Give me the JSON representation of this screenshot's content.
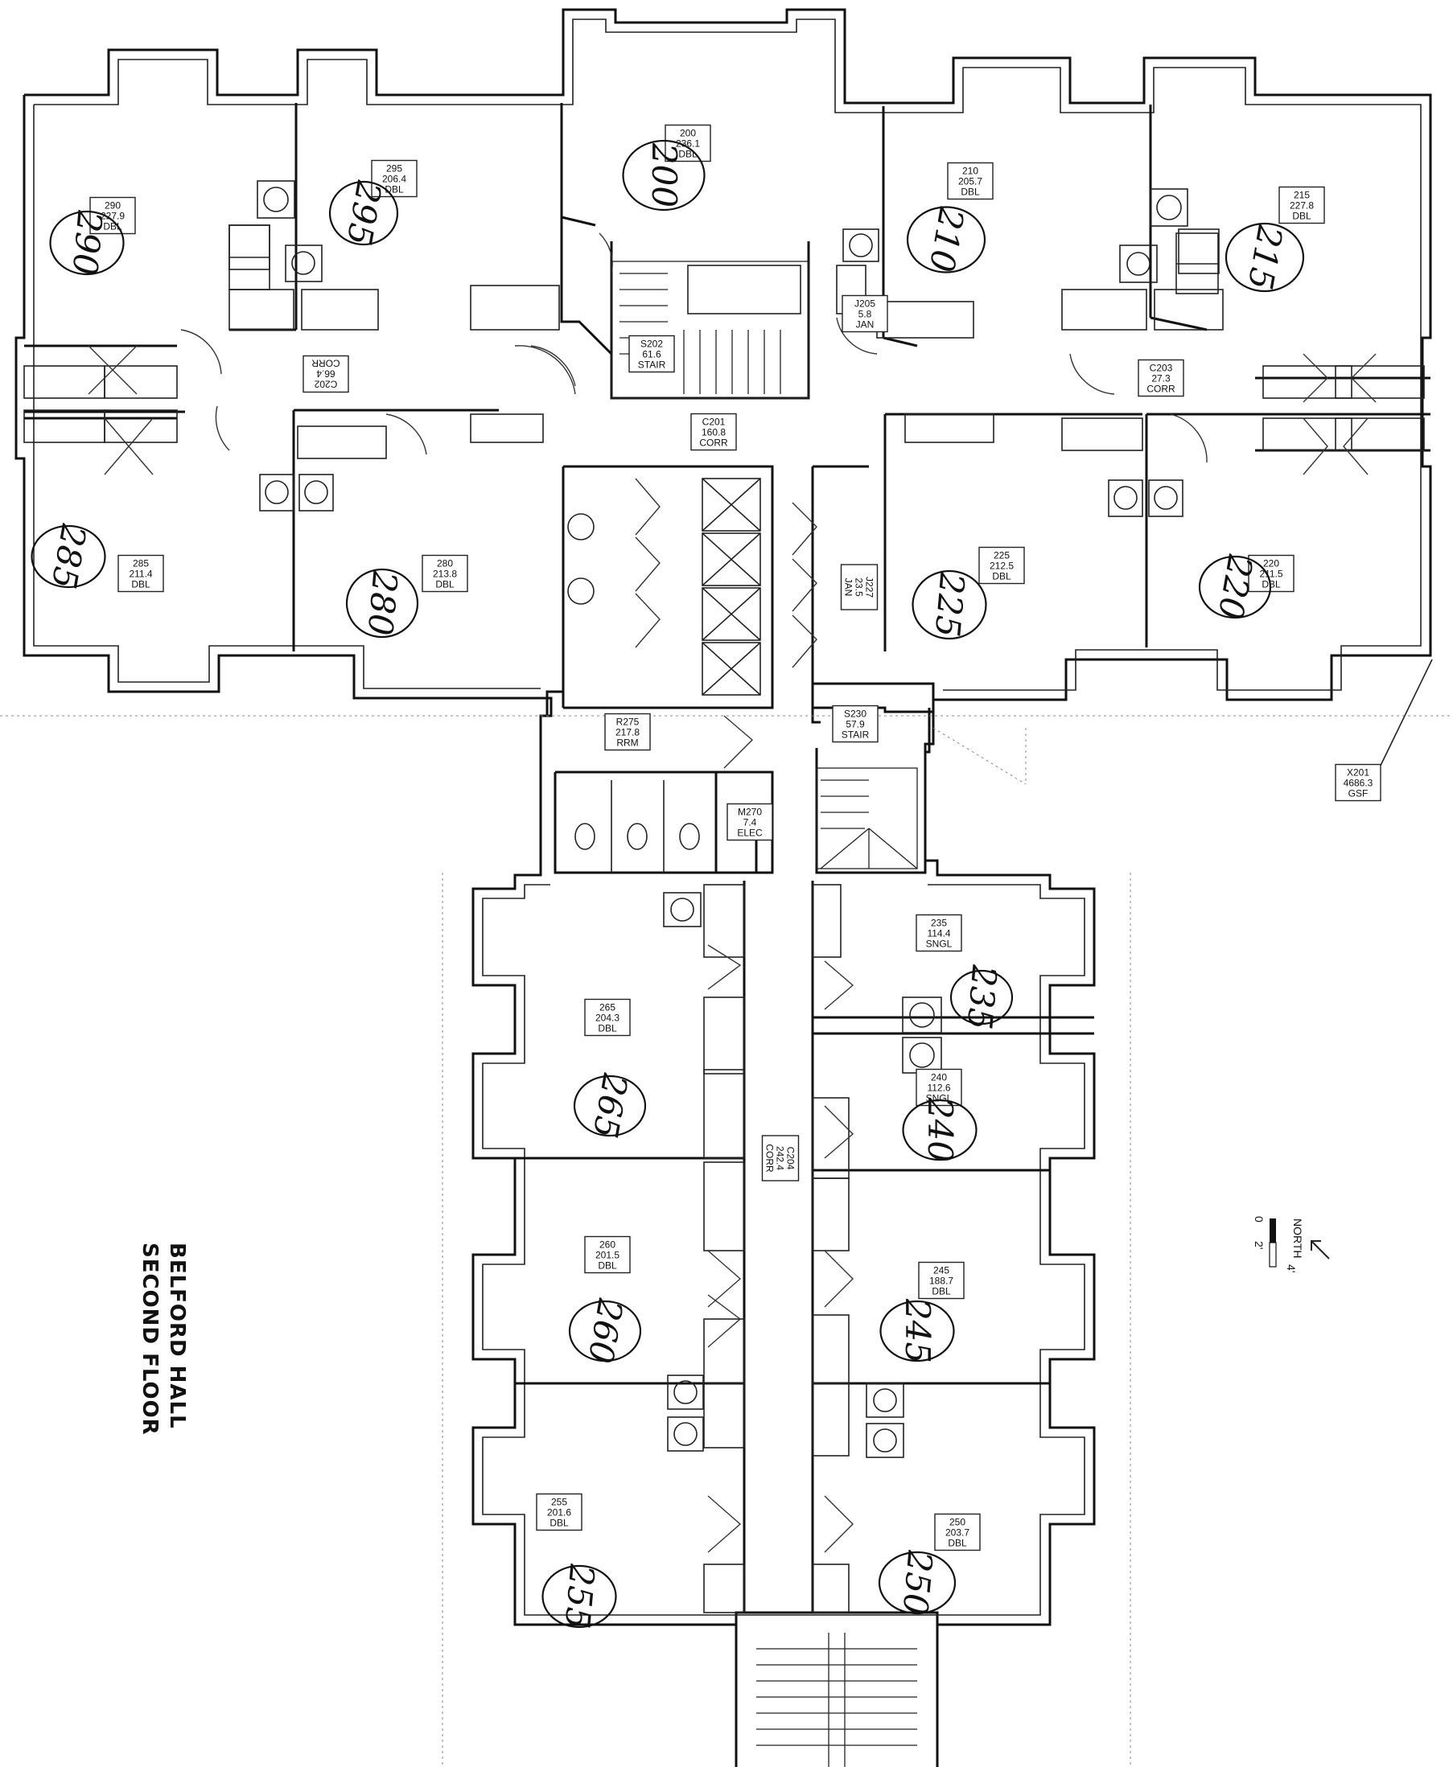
{
  "title": {
    "line1": "BELFORD HALL",
    "line2": "SECOND FLOOR"
  },
  "north": {
    "label": "NORTH",
    "scale_ticks": [
      "0",
      "2'",
      "4'"
    ],
    "icon": "north-arrow-icon"
  },
  "rooms": [
    {
      "id": "r200",
      "lines": [
        "200",
        "236.1",
        "DBL"
      ],
      "hand": "200"
    },
    {
      "id": "r210",
      "lines": [
        "210",
        "205.7",
        "DBL"
      ],
      "hand": "210"
    },
    {
      "id": "r215",
      "lines": [
        "215",
        "227.8",
        "DBL"
      ],
      "hand": "215"
    },
    {
      "id": "r220",
      "lines": [
        "220",
        "211.5",
        "DBL"
      ],
      "hand": "220"
    },
    {
      "id": "r225",
      "lines": [
        "225",
        "212.5",
        "DBL"
      ],
      "hand": "225"
    },
    {
      "id": "r235",
      "lines": [
        "235",
        "114.4",
        "SNGL"
      ],
      "hand": "235"
    },
    {
      "id": "r240",
      "lines": [
        "240",
        "112.6",
        "SNGL"
      ],
      "hand": "240"
    },
    {
      "id": "r245",
      "lines": [
        "245",
        "188.7",
        "DBL"
      ],
      "hand": "245"
    },
    {
      "id": "r250",
      "lines": [
        "250",
        "203.7",
        "DBL"
      ],
      "hand": "250"
    },
    {
      "id": "r255",
      "lines": [
        "255",
        "201.6",
        "DBL"
      ],
      "hand": "255"
    },
    {
      "id": "r260",
      "lines": [
        "260",
        "201.5",
        "DBL"
      ],
      "hand": "260"
    },
    {
      "id": "r265",
      "lines": [
        "265",
        "204.3",
        "DBL"
      ],
      "hand": "265"
    },
    {
      "id": "r280",
      "lines": [
        "280",
        "213.8",
        "DBL"
      ],
      "hand": "280"
    },
    {
      "id": "r285",
      "lines": [
        "285",
        "211.4",
        "DBL"
      ],
      "hand": "285"
    },
    {
      "id": "r290",
      "lines": [
        "290",
        "227.9",
        "DBL"
      ],
      "hand": "290"
    },
    {
      "id": "r295",
      "lines": [
        "295",
        "206.4",
        "DBL"
      ],
      "hand": "295"
    }
  ],
  "spaces": [
    {
      "id": "c201",
      "lines": [
        "C201",
        "160.8",
        "CORR"
      ]
    },
    {
      "id": "c202",
      "lines": [
        "C202",
        "66.4",
        "CORR"
      ]
    },
    {
      "id": "c203",
      "lines": [
        "C203",
        "27.3",
        "CORR"
      ]
    },
    {
      "id": "c204",
      "lines": [
        "C204",
        "242.4",
        "CORR"
      ]
    },
    {
      "id": "s202",
      "lines": [
        "S202",
        "61.6",
        "STAIR"
      ]
    },
    {
      "id": "s230",
      "lines": [
        "S230",
        "57.9",
        "STAIR"
      ]
    },
    {
      "id": "j205",
      "lines": [
        "J205",
        "5.8",
        "JAN"
      ]
    },
    {
      "id": "j227",
      "lines": [
        "J227",
        "23.5",
        "JAN"
      ]
    },
    {
      "id": "r275",
      "lines": [
        "R275",
        "217.8",
        "RRM"
      ]
    },
    {
      "id": "m270",
      "lines": [
        "M270",
        "7.4",
        "ELEC"
      ]
    },
    {
      "id": "x201",
      "lines": [
        "X201",
        "4686.3",
        "GSF"
      ]
    }
  ]
}
